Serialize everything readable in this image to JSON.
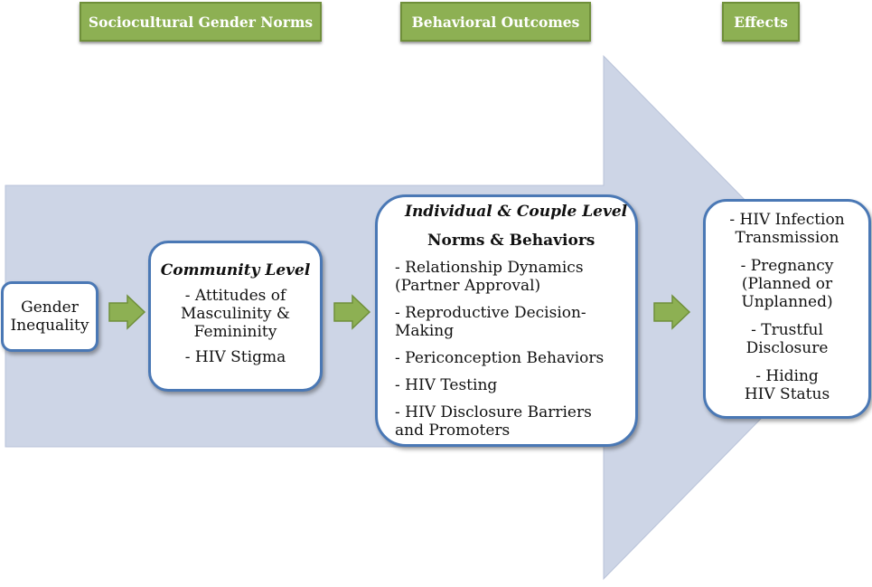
{
  "headers": {
    "sociocultural": "Sociocultural Gender Norms",
    "behavioral": "Behavioral Outcomes",
    "effects": "Effects"
  },
  "gender": {
    "label": "Gender Inequality"
  },
  "community": {
    "title": "Community Level",
    "items": [
      "- Attitudes of Masculinity & Femininity",
      "- HIV Stigma"
    ]
  },
  "individual": {
    "title": "Individual & Couple Level",
    "subtitle": "Norms & Behaviors",
    "items": [
      "- Relationship Dynamics (Partner Approval)",
      "- Reproductive Decision-Making",
      "- Periconception Behaviors",
      "- HIV Testing",
      "- HIV Disclosure Barriers and Promoters"
    ]
  },
  "effects": {
    "items": [
      "- HIV Infection Transmission",
      "- Pregnancy (Planned or Unplanned)",
      "- Trustful Disclosure",
      "- Hiding HIV Status"
    ]
  },
  "colors": {
    "header_fill": "#8db053",
    "arrow_fill": "#cdd5e6",
    "box_border": "#4a78b5",
    "small_arrow_fill": "#8db053"
  }
}
